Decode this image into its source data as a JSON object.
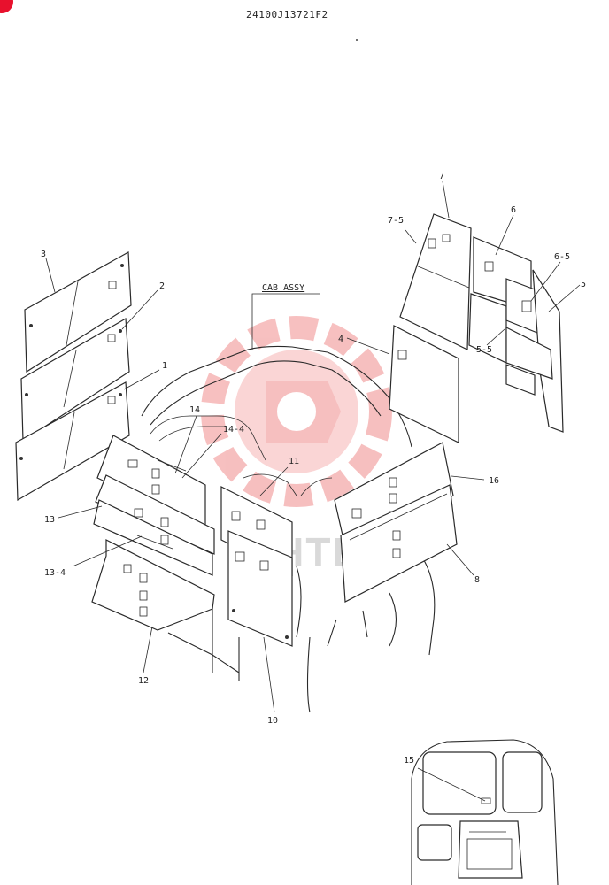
{
  "document_number": "24100J13721F2",
  "cab_assy_label": "CAB ASSY",
  "watermark_text": "MIHTEX",
  "colors": {
    "line": "#2a2a2a",
    "watermark_logo": "#f08c8c",
    "corner_badge": "#e8112d"
  },
  "callouts": {
    "c1": "1",
    "c2": "2",
    "c3": "3",
    "c4": "4",
    "c5": "5",
    "c5_5": "5-5",
    "c6": "6",
    "c6_5": "6-5",
    "c7": "7",
    "c7_5": "7-5",
    "c8": "8",
    "c10": "10",
    "c11": "11",
    "c12": "12",
    "c13": "13",
    "c13_4": "13-4",
    "c14": "14",
    "c14_4": "14-4",
    "c15": "15",
    "c16": "16"
  }
}
